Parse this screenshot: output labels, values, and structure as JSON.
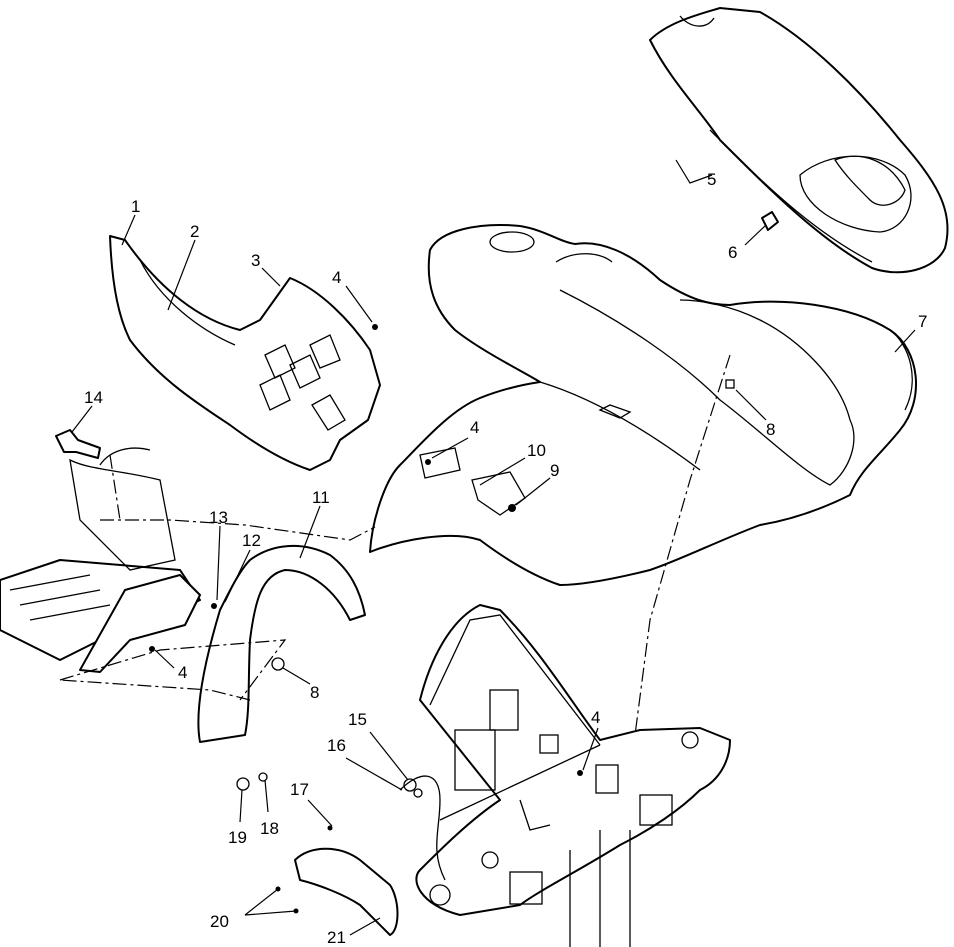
{
  "diagram": {
    "callouts": [
      {
        "id": "c1",
        "text": "1"
      },
      {
        "id": "c2",
        "text": "2"
      },
      {
        "id": "c3",
        "text": "3"
      },
      {
        "id": "c4a",
        "text": "4"
      },
      {
        "id": "c5",
        "text": "5"
      },
      {
        "id": "c6",
        "text": "6"
      },
      {
        "id": "c7",
        "text": "7"
      },
      {
        "id": "c8a",
        "text": "8"
      },
      {
        "id": "c4b",
        "text": "4"
      },
      {
        "id": "c10",
        "text": "10"
      },
      {
        "id": "c9",
        "text": "9"
      },
      {
        "id": "c14",
        "text": "14"
      },
      {
        "id": "c13",
        "text": "13"
      },
      {
        "id": "c12",
        "text": "12"
      },
      {
        "id": "c11",
        "text": "11"
      },
      {
        "id": "c4c",
        "text": "4"
      },
      {
        "id": "c8b",
        "text": "8"
      },
      {
        "id": "c15",
        "text": "15"
      },
      {
        "id": "c16",
        "text": "16"
      },
      {
        "id": "c4d",
        "text": "4"
      },
      {
        "id": "c17",
        "text": "17"
      },
      {
        "id": "c19",
        "text": "19"
      },
      {
        "id": "c18",
        "text": "18"
      },
      {
        "id": "c20",
        "text": "20"
      },
      {
        "id": "c21",
        "text": "21"
      }
    ]
  }
}
